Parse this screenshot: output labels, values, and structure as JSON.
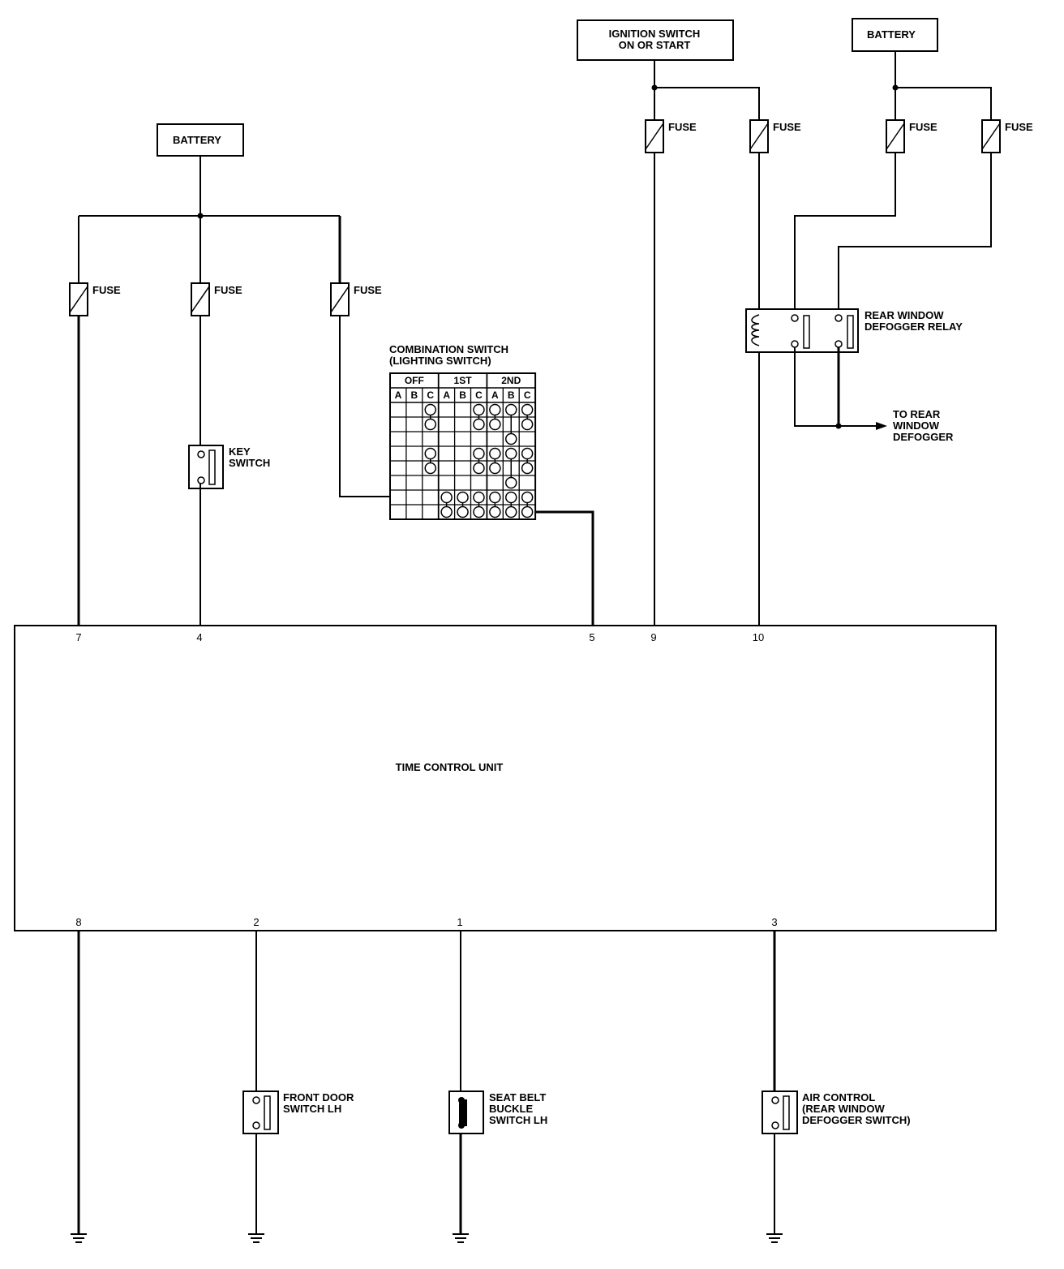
{
  "title": "",
  "power": {
    "battery_left": "BATTERY",
    "battery_right": "BATTERY",
    "ignition_line1": "IGNITION SWITCH",
    "ignition_line2": "ON OR START"
  },
  "fuse_label": "FUSE",
  "key_switch": {
    "line1": "KEY",
    "line2": "SWITCH"
  },
  "combination_switch": {
    "line1": "COMBINATION SWITCH",
    "line2": "(LIGHTING SWITCH)",
    "positions": [
      "OFF",
      "1ST",
      "2ND"
    ],
    "columns": [
      "A",
      "B",
      "C",
      "A",
      "B",
      "C",
      "A",
      "B",
      "C"
    ]
  },
  "relay": {
    "line1": "REAR WINDOW",
    "line2": "DEFOGGER RELAY"
  },
  "to_defogger": {
    "line1": "TO REAR",
    "line2": "WINDOW",
    "line3": "DEFOGGER"
  },
  "control_unit": {
    "label": "TIME CONTROL UNIT",
    "top_pins": [
      "7",
      "4",
      "5",
      "9",
      "10"
    ],
    "bottom_pins": [
      "8",
      "2",
      "1",
      "3"
    ]
  },
  "front_door_switch": {
    "line1": "FRONT DOOR",
    "line2": "SWITCH LH"
  },
  "seat_belt_switch": {
    "line1": "SEAT BELT",
    "line2": "BUCKLE",
    "line3": "SWITCH LH"
  },
  "air_control": {
    "line1": "AIR CONTROL",
    "line2": "(REAR WINDOW",
    "line3": "DEFOGGER SWITCH)"
  }
}
